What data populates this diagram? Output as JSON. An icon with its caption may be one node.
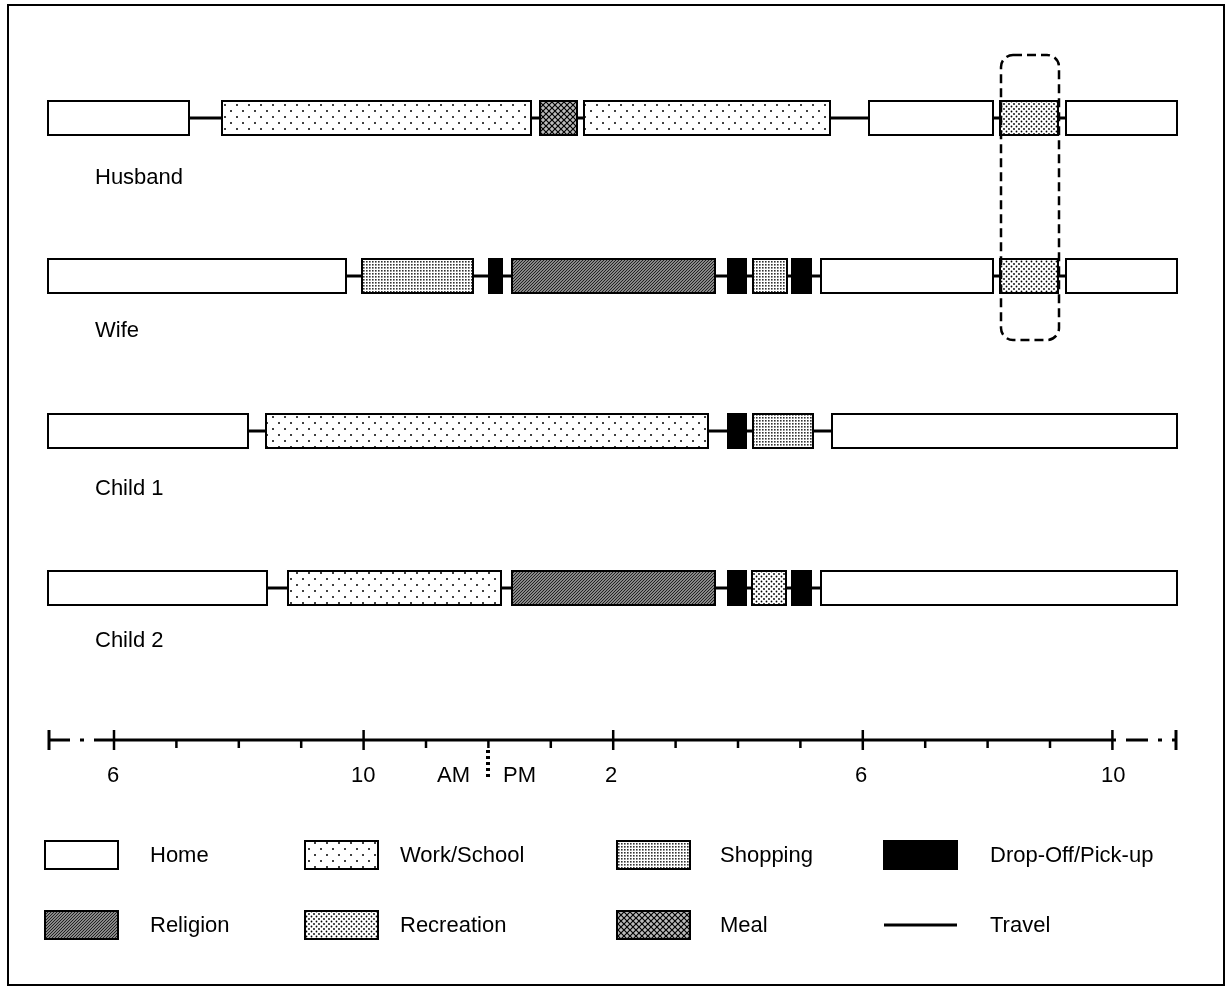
{
  "diagram": {
    "labels": [
      "Husband",
      "Wife",
      "Child 1",
      "Child 2",
      "6",
      "10",
      "AM",
      "PM",
      "2",
      "6",
      "10"
    ],
    "legend": [
      {
        "text": "Home",
        "color": "#ffffff"
      },
      {
        "text": "Work/School"
      },
      {
        "text": "Shopping"
      },
      {
        "text": "Drop-Off/Pick-up",
        "color": "#000000"
      },
      {
        "text": "Religion"
      },
      {
        "text": "Recreation"
      },
      {
        "text": "Meal"
      },
      {
        "text": "Travel"
      }
    ]
  }
}
